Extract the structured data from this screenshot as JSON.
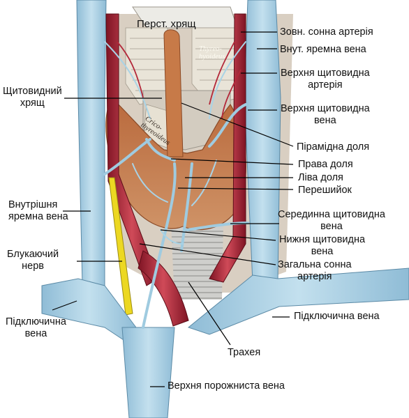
{
  "diagram": {
    "labels": {
      "thyroid_cartilage_top": "Перст. хрящ",
      "external_carotid": "Зовн. сонна артерія",
      "internal_jugular_top": "Внут. яремна вена",
      "superior_thyroid_artery": [
        "Верхня щитовидна",
        "артерія"
      ],
      "superior_thyroid_vein": [
        "Верхня щитовидна",
        "вена"
      ],
      "thyroid_cartilage_left": [
        "Щитовидний",
        "хрящ"
      ],
      "pyramidal_lobe": "Пірамідна доля",
      "right_lobe": "Права доля",
      "left_lobe": "Ліва доля",
      "isthmus": "Перешийок",
      "internal_jugular_left": [
        "Внутрішня",
        "яремна вена"
      ],
      "middle_thyroid_vein": [
        "Серединна щитовидна",
        "вена"
      ],
      "inferior_thyroid_vein": [
        "Нижня щитовидна",
        "вена"
      ],
      "vagus_nerve": [
        "Блукаючий",
        "нерв"
      ],
      "common_carotid": [
        "Загальна сонна",
        "артерія"
      ],
      "subclavian_vein_left": [
        "Підключична",
        "вена"
      ],
      "subclavian_vein_right": "Підключична вена",
      "trachea": "Трахея",
      "superior_vena_cava": "Верхня порожниста вена"
    },
    "latin": {
      "thyrohyoideus": [
        "Thyreo-",
        "hyoideus"
      ],
      "cricothyreoideus": [
        "Crico-",
        "thyreoideus"
      ]
    },
    "colors": {
      "vein": "#a9cfe3",
      "artery": "#b3283a",
      "thyroid": "#c6804f",
      "muscle": "#e6e0d2",
      "nerve": "#ecd822"
    }
  }
}
